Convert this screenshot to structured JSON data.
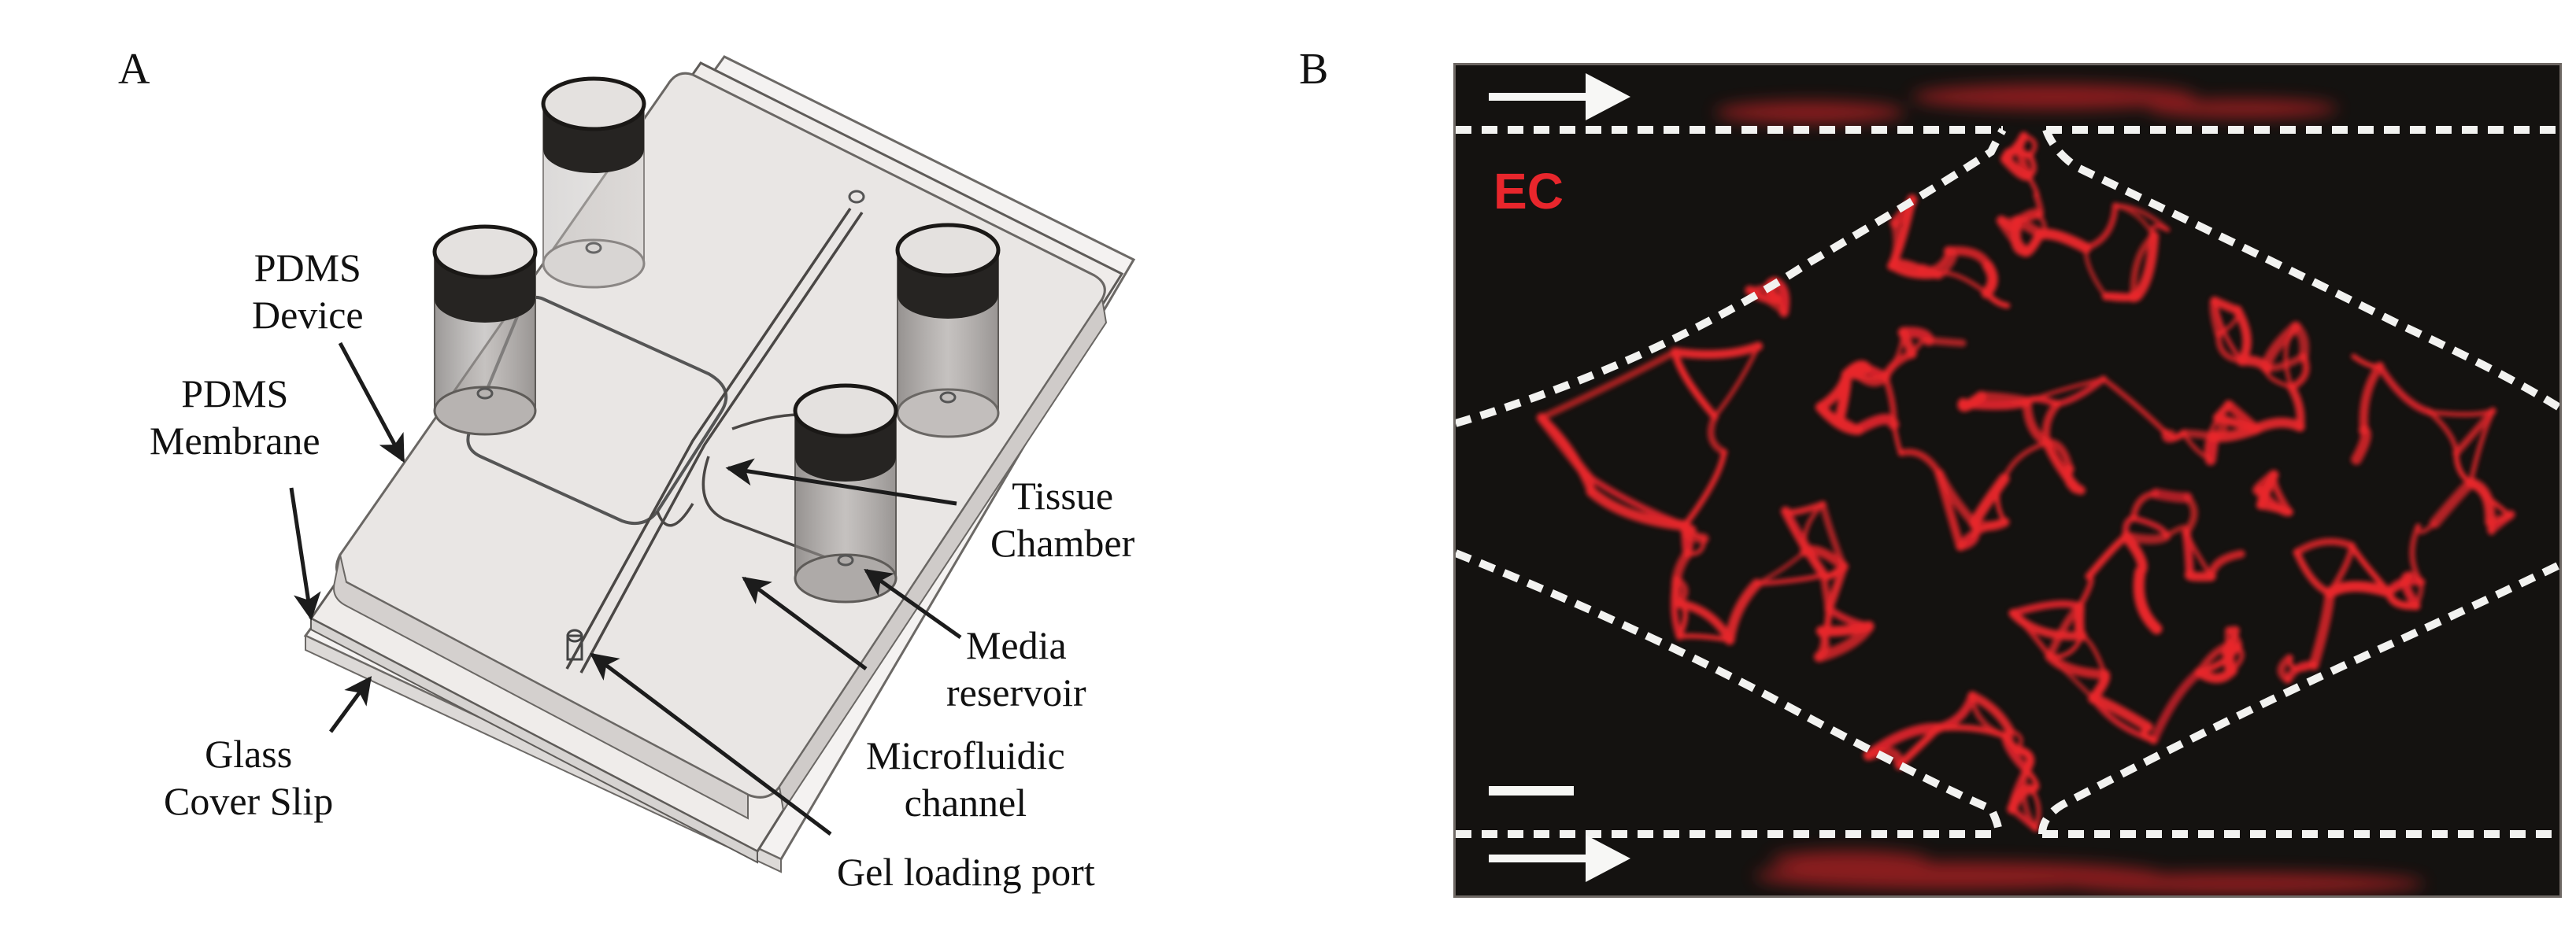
{
  "figure": {
    "panels": [
      {
        "letter": "A",
        "title": "Microfluidic device schematic",
        "labels": {
          "pdms_device": [
            "PDMS",
            "Device"
          ],
          "pdms_membrane": [
            "PDMS",
            "Membrane"
          ],
          "glass_cover_slip": [
            "Glass",
            "Cover Slip"
          ],
          "tissue_chamber": [
            "Tissue",
            "Chamber"
          ],
          "media_reservoir": [
            "Media",
            "reservoir"
          ],
          "microfluidic_channel": [
            "Microfluidic",
            "channel"
          ],
          "gel_loading_port": [
            "Gel loading port"
          ]
        }
      },
      {
        "letter": "B",
        "title": "Fluorescence image of vascular network",
        "stain_label": "EC",
        "flow_direction": "left-to-right",
        "flow_arrows": 2,
        "scale_bar": true
      }
    ],
    "colors": {
      "ink": "#111111",
      "device_fill": "#ece9e7",
      "device_line": "#555555",
      "fluorescence_red": "#e8262c",
      "image_background": "#141210",
      "dash_white": "#f2f2f0"
    }
  }
}
